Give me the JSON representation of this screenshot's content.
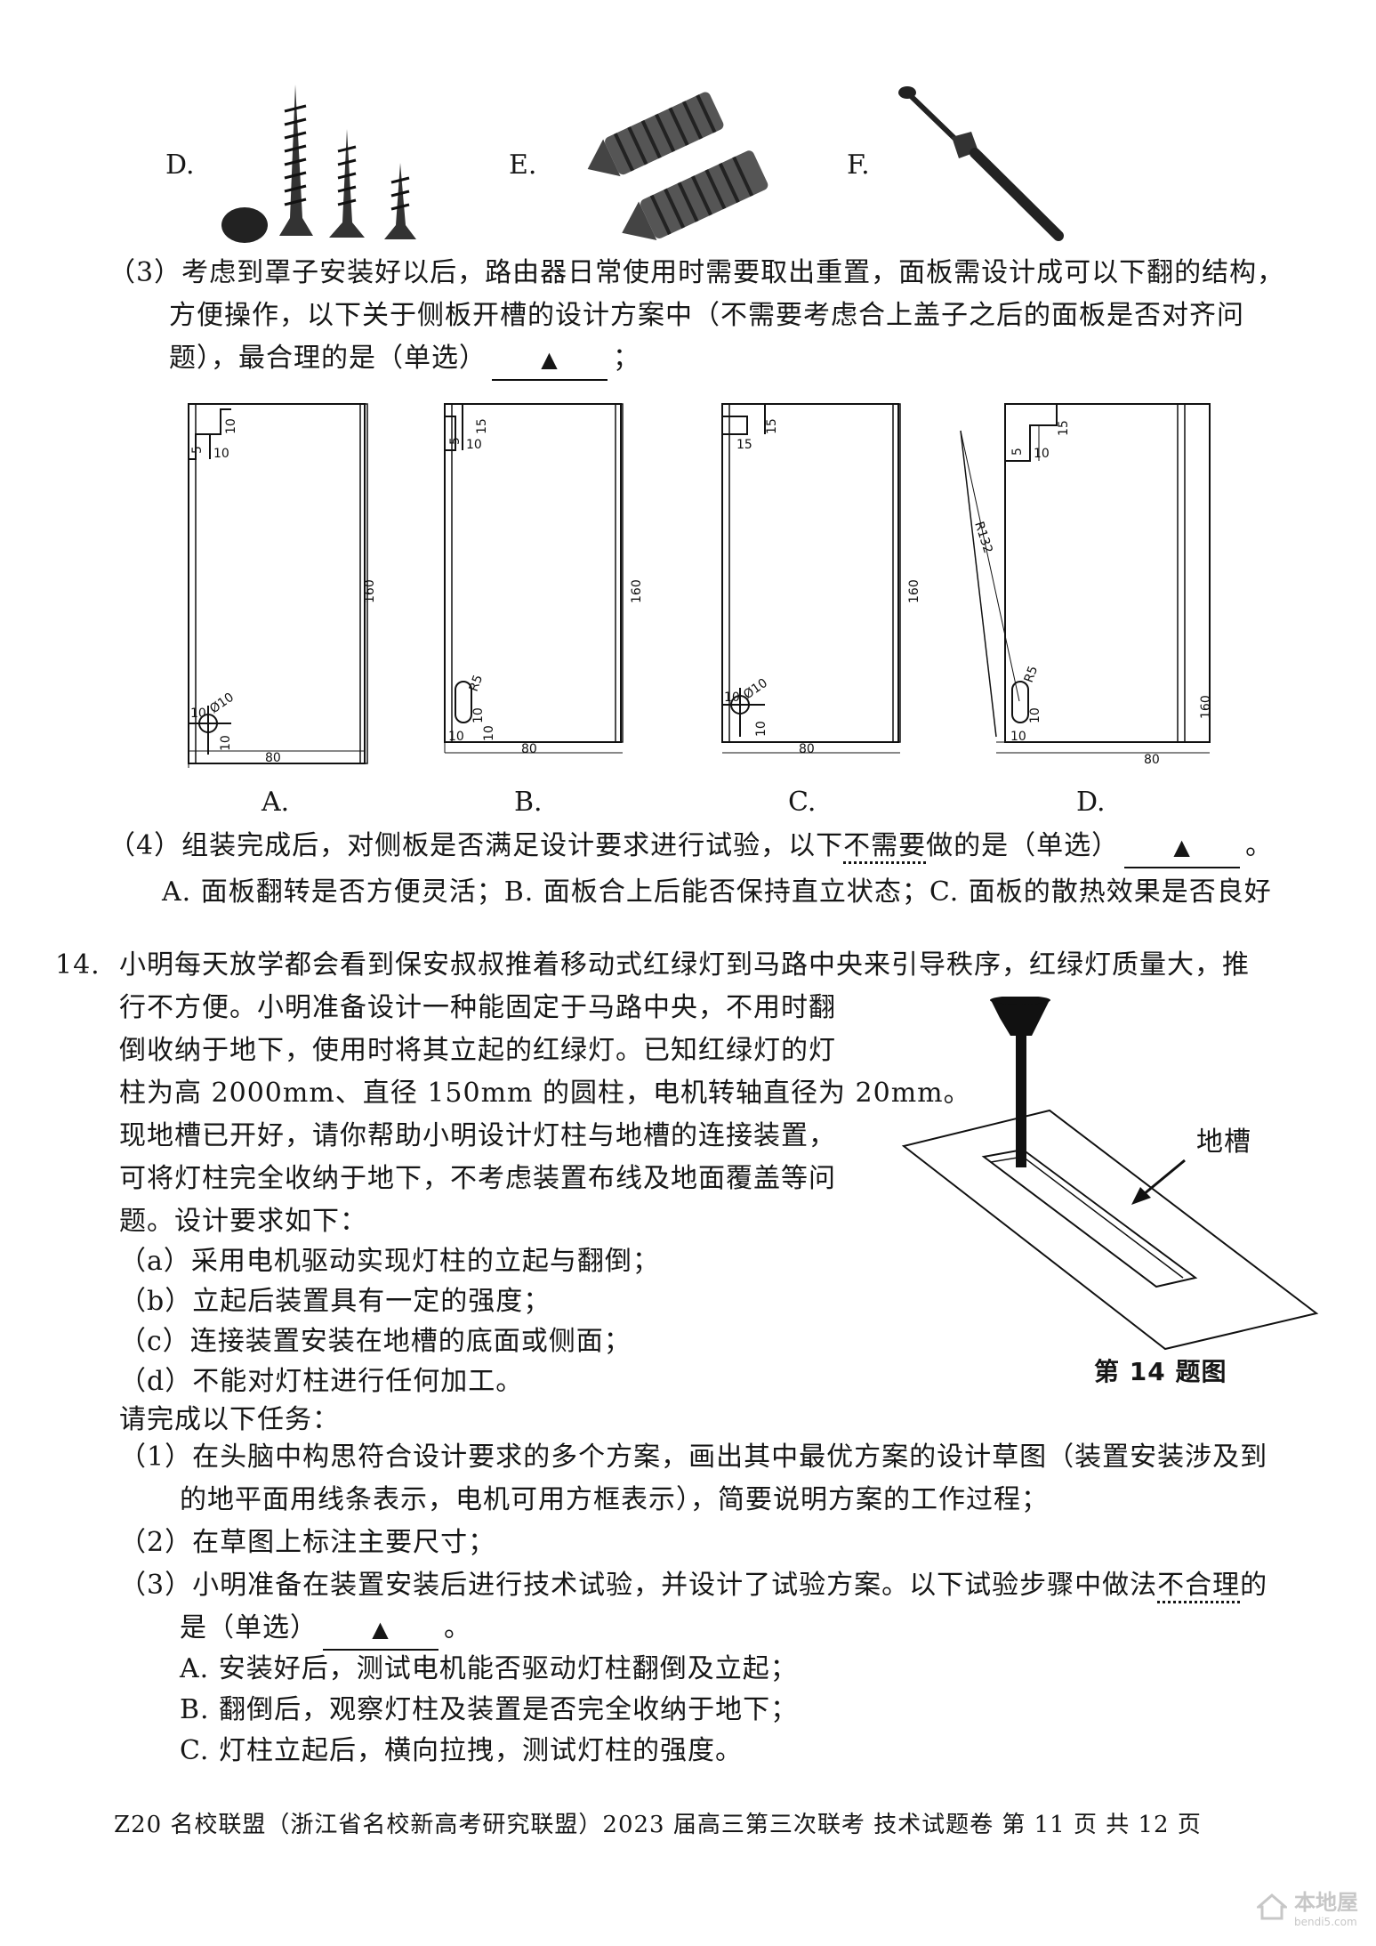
{
  "fasteners": {
    "d_label": "D.",
    "e_label": "E.",
    "f_label": "F."
  },
  "q13_3": {
    "line1": "（3）考虑到罩子安装好以后，路由器日常使用时需要取出重置，面板需设计成可以下翻的结构，",
    "line2": "方便操作，以下关于侧板开槽的设计方案中（不需要考虑合上盖子之后的面板是否对齐问",
    "line3_pre": "题），最合理的是（单选）",
    "line3_post": "；",
    "triangle": "▲"
  },
  "panels": {
    "a": {
      "label": "A.",
      "d1": "10",
      "d2": "5",
      "d3": "10",
      "height": "160",
      "hole": "Ø10",
      "hd1": "10",
      "hd2": "10",
      "width": "80"
    },
    "b": {
      "label": "B.",
      "d1": "15",
      "d2": "5",
      "d3": "10",
      "height": "160",
      "r": "R5",
      "sd1": "10",
      "sd2": "10",
      "sd3": "10",
      "width": "80"
    },
    "c": {
      "label": "C.",
      "d1": "15",
      "d2": "15",
      "height": "160",
      "hole": "Ø10",
      "hd1": "10",
      "hd2": "10",
      "width": "80"
    },
    "d": {
      "label": "D.",
      "d1": "15",
      "d2": "5",
      "d3": "10",
      "r132": "R132",
      "r": "R5",
      "sd1": "10",
      "sd2": "10",
      "height": "160",
      "width": "80"
    }
  },
  "q13_4": {
    "line_pre": "（4）组装完成后，对侧板是否满足设计要求进行试验，以下",
    "emph": "不需要",
    "line_mid": "做的是（单选）",
    "line_post": "。",
    "triangle": "▲",
    "options": "A. 面板翻转是否方便灵活；B. 面板合上后能否保持直立状态；C. 面板的散热效果是否良好"
  },
  "q14": {
    "number": "14.",
    "line1": "小明每天放学都会看到保安叔叔推着移动式红绿灯到马路中央来引导秩序，红绿灯质量大，推",
    "line2": "行不方便。小明准备设计一种能固定于马路中央，不用时翻",
    "line3": "倒收纳于地下，使用时将其立起的红绿灯。已知红绿灯的灯",
    "line4": "柱为高 2000mm、直径 150mm 的圆柱，电机转轴直径为 20mm。",
    "line5": "现地槽已开好，请你帮助小明设计灯柱与地槽的连接装置，",
    "line6": "可将灯柱完全收纳于地下，不考虑装置布线及地面覆盖等问",
    "line7": "题。设计要求如下：",
    "req_a": "（a）采用电机驱动实现灯柱的立起与翻倒；",
    "req_b": "（b）立起后装置具有一定的强度；",
    "req_c": "（c）连接装置安装在地槽的底面或侧面；",
    "req_d": "（d）不能对灯柱进行任何加工。",
    "tasks": "请完成以下任务：",
    "t1_line1": "（1）在头脑中构思符合设计要求的多个方案，画出其中最优方案的设计草图（装置安装涉及到",
    "t1_line2": "的地平面用线条表示，电机可用方框表示），简要说明方案的工作过程；",
    "t2": "（2）在草图上标注主要尺寸；",
    "t3_line1_pre": "（3）小明准备在装置安装后进行技术试验，并设计了试验方案。以下试验步骤中做法",
    "t3_emph": "不合理",
    "t3_line1_post": "的",
    "t3_line2_pre": "是（单选）",
    "t3_line2_post": "。",
    "triangle": "▲",
    "opt_a": "A. 安装好后，测试电机能否驱动灯柱翻倒及立起；",
    "opt_b": "B. 翻倒后，观察灯柱及装置是否完全收纳于地下；",
    "opt_c": "C. 灯柱立起后，横向拉拽，测试灯柱的强度。",
    "figure_label": "地槽",
    "figure_caption": "第 14 题图"
  },
  "footer": "Z20 名校联盟（浙江省名校新高考研究联盟）2023 届高三第三次联考 技术试题卷 第 11 页 共 12 页",
  "watermark": {
    "big": "本地屋",
    "small": "bendi5.com"
  }
}
